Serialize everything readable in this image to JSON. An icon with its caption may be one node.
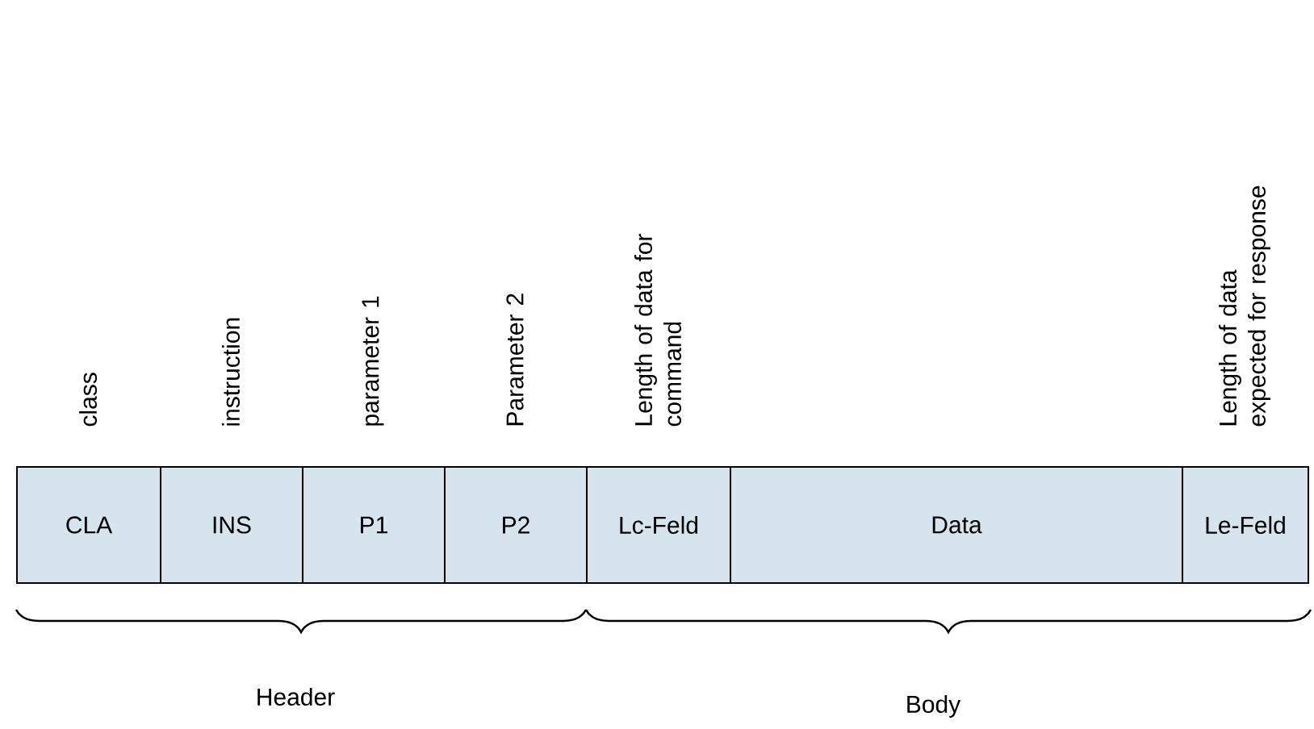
{
  "diagram": {
    "nodes": [
      {
        "text": [
          "CLA"
        ],
        "beside": [
          "class"
        ]
      },
      {
        "text": [
          "INS"
        ],
        "beside": [
          "instruction"
        ]
      },
      {
        "text": [
          "P1"
        ],
        "beside": [
          "parameter 1"
        ]
      },
      {
        "text": [
          "P2"
        ],
        "beside": [
          "Parameter 2"
        ]
      },
      {
        "text": [
          "Lc-Feld"
        ],
        "beside": [
          "Length of data for command"
        ]
      },
      {
        "text": [
          "Data"
        ]
      },
      {
        "text": [
          "Le-Feld"
        ],
        "beside": [
          "Length of data expected for response"
        ]
      }
    ],
    "edges": [],
    "labels": [
      "Header",
      "Body"
    ]
  }
}
